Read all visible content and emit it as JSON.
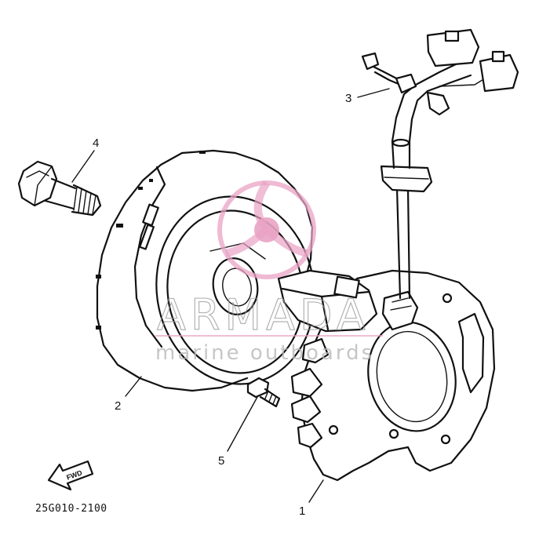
{
  "callouts": [
    {
      "id": "1",
      "label": "1"
    },
    {
      "id": "2",
      "label": "2"
    },
    {
      "id": "3",
      "label": "3"
    },
    {
      "id": "4",
      "label": "4"
    },
    {
      "id": "5",
      "label": "5"
    }
  ],
  "direction_tag": "FWD",
  "figure_code": "25G010-2100",
  "watermark": {
    "brand": "ARMADA",
    "tagline": "marine outboards",
    "logo_color": "#e9a3c4",
    "text_color": "#9a9a9a"
  }
}
